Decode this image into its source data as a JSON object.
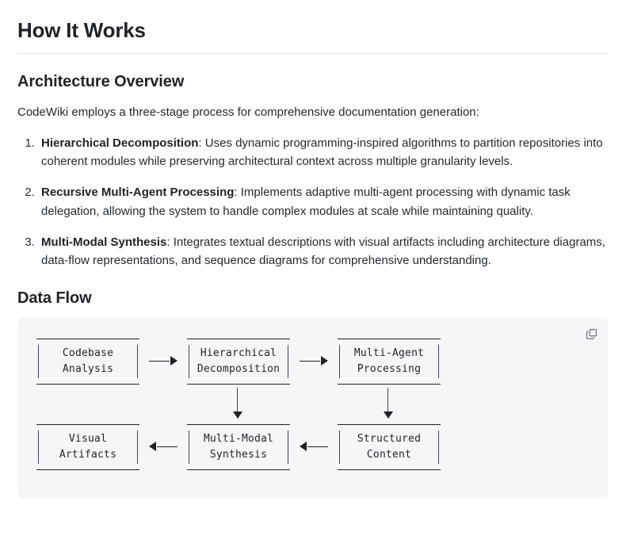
{
  "document": {
    "title": "How It Works"
  },
  "architecture": {
    "heading": "Architecture Overview",
    "intro": "CodeWiki employs a three-stage process for comprehensive documentation generation:",
    "steps": [
      {
        "term": "Hierarchical Decomposition",
        "separator": ": ",
        "description": "Uses dynamic programming-inspired algorithms to partition repositories into coherent modules while preserving architectural context across multiple granularity levels."
      },
      {
        "term": "Recursive Multi-Agent Processing",
        "separator": ": ",
        "description": "Implements adaptive multi-agent processing with dynamic task delegation, allowing the system to handle complex modules at scale while maintaining quality."
      },
      {
        "term": "Multi-Modal Synthesis",
        "separator": ": ",
        "description": "Integrates textual descriptions with visual artifacts including architecture diagrams, data-flow representations, and sequence diagrams for comprehensive understanding."
      }
    ]
  },
  "dataflow": {
    "heading": "Data Flow",
    "copy_icon": "copy-icon",
    "panel_background": "#f5f6f8",
    "diagram": {
      "row1": [
        {
          "line1": "Codebase",
          "line2": "Analysis"
        },
        {
          "line1": "Hierarchical",
          "line2": "Decomposition"
        },
        {
          "line1": "Multi-Agent",
          "line2": "Processing"
        }
      ],
      "row2": [
        {
          "line1": "Visual",
          "line2": "Artifacts"
        },
        {
          "line1": "Multi-Modal",
          "line2": "Synthesis"
        },
        {
          "line1": "Structured",
          "line2": "Content"
        }
      ]
    }
  }
}
